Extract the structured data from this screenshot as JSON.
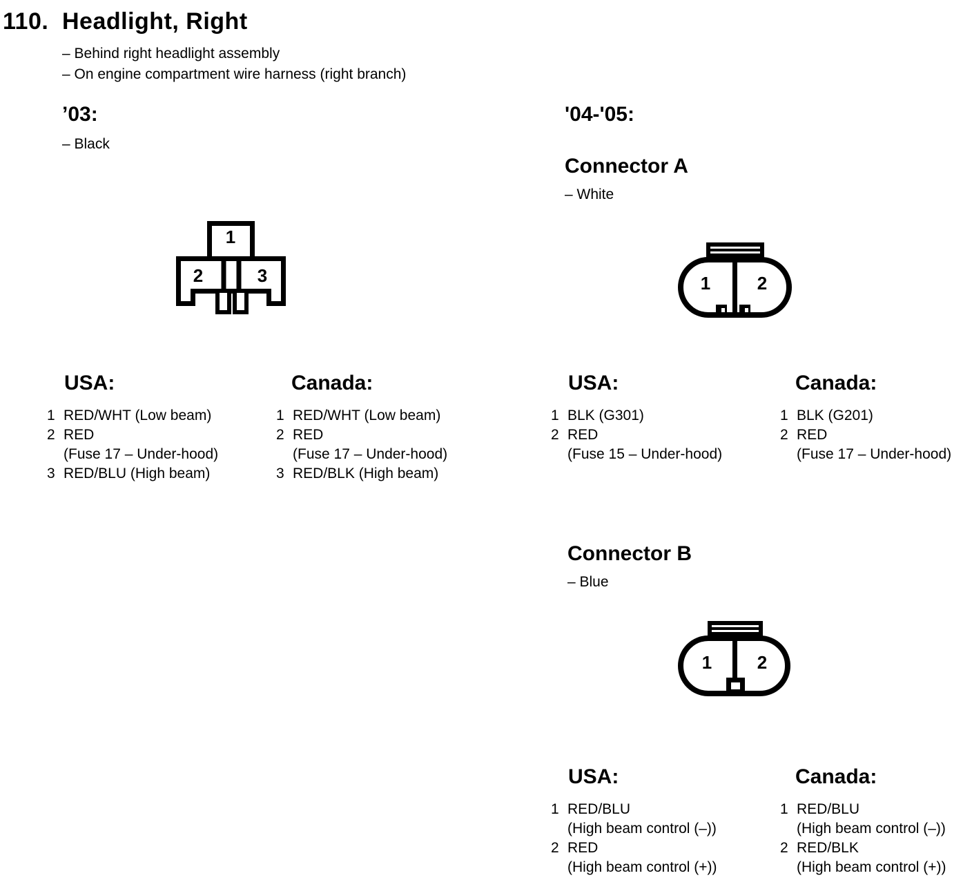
{
  "page": {
    "number": "110.",
    "title": "Headlight, Right",
    "location_notes": [
      "– Behind right headlight assembly",
      "– On engine compartment wire harness (right branch)"
    ]
  },
  "s03": {
    "heading": "’03:",
    "color_note": "– Black",
    "connector": {
      "pin1": "1",
      "pin2": "2",
      "pin3": "3"
    },
    "usa": {
      "heading": "USA:",
      "rows": [
        {
          "n": "1",
          "t": "RED/WHT (Low beam)"
        },
        {
          "n": "2",
          "t": "RED"
        },
        {
          "n": "",
          "t": "(Fuse 17 – Under-hood)"
        },
        {
          "n": "3",
          "t": "RED/BLU (High beam)"
        }
      ]
    },
    "canada": {
      "heading": "Canada:",
      "rows": [
        {
          "n": "1",
          "t": "RED/WHT (Low beam)"
        },
        {
          "n": "2",
          "t": "RED"
        },
        {
          "n": "",
          "t": "(Fuse 17 – Under-hood)"
        },
        {
          "n": "3",
          "t": "RED/BLK (High beam)"
        }
      ]
    }
  },
  "s0405": {
    "heading": "'04-'05:",
    "connector_a": {
      "heading": "Connector A",
      "color_note": "– White",
      "pins": {
        "pin1": "1",
        "pin2": "2"
      },
      "usa": {
        "heading": "USA:",
        "rows": [
          {
            "n": "1",
            "t": "BLK (G301)"
          },
          {
            "n": "2",
            "t": "RED"
          },
          {
            "n": "",
            "t": "(Fuse 15 – Under-hood)"
          }
        ]
      },
      "canada": {
        "heading": "Canada:",
        "rows": [
          {
            "n": "1",
            "t": "BLK (G201)"
          },
          {
            "n": "2",
            "t": "RED"
          },
          {
            "n": "",
            "t": "(Fuse 17 – Under-hood)"
          }
        ]
      }
    },
    "connector_b": {
      "heading": "Connector B",
      "color_note": "– Blue",
      "pins": {
        "pin1": "1",
        "pin2": "2"
      },
      "usa": {
        "heading": "USA:",
        "rows": [
          {
            "n": "1",
            "t": "RED/BLU"
          },
          {
            "n": "",
            "t": "(High beam control (–))"
          },
          {
            "n": "2",
            "t": "RED"
          },
          {
            "n": "",
            "t": "(High beam control (+))"
          }
        ]
      },
      "canada": {
        "heading": "Canada:",
        "rows": [
          {
            "n": "1",
            "t": "RED/BLU"
          },
          {
            "n": "",
            "t": "(High beam control (–))"
          },
          {
            "n": "2",
            "t": "RED/BLK"
          },
          {
            "n": "",
            "t": "(High beam control (+))"
          }
        ]
      }
    }
  },
  "colors": {
    "ink": "#000000",
    "paper": "#ffffff"
  }
}
